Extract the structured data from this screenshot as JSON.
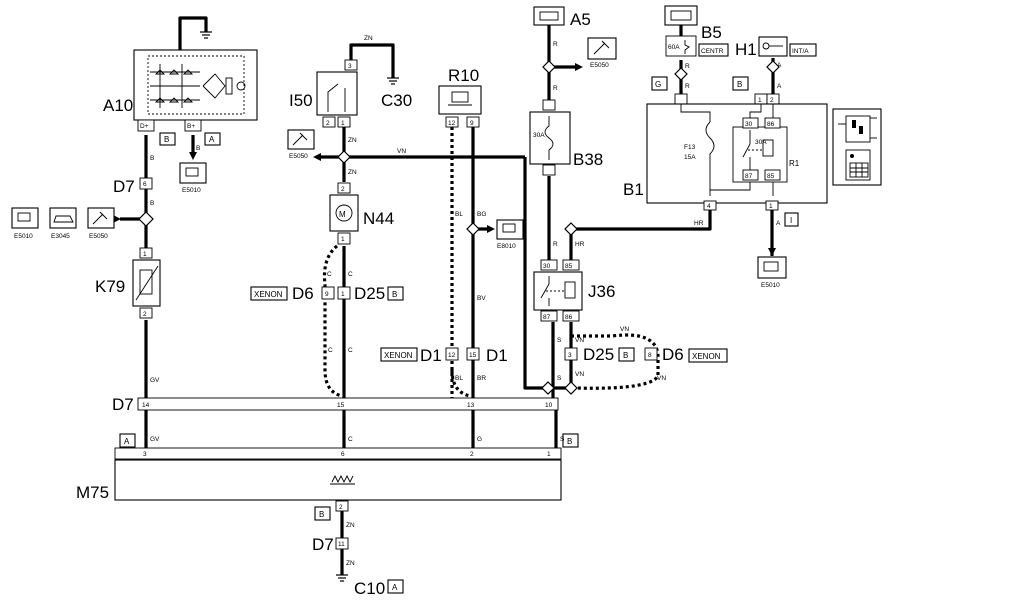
{
  "components": {
    "a10": "A10",
    "i50": "I50",
    "c30": "C30",
    "r10": "R10",
    "a5": "A5",
    "b5": "B5",
    "h1": "H1",
    "b38": "B38",
    "b1": "B1",
    "r1": "R1",
    "n44": "N44",
    "k79": "K79",
    "j36": "J36",
    "m75": "M75",
    "d7": "D7",
    "d6": "D6",
    "d25": "D25",
    "d1": "D1",
    "c10": "C10"
  },
  "refs": {
    "e5010": "E5010",
    "e3045": "E3045",
    "e5050": "E5050",
    "e8010": "E8010"
  },
  "tags": {
    "a": "A",
    "b": "B",
    "g": "G",
    "i": "I",
    "xenon": "XENON",
    "centr": "CENTR",
    "inta": "INT/A"
  },
  "wires": {
    "zn": "ZN",
    "b": "B",
    "r": "R",
    "a": "A",
    "vn": "VN",
    "c": "C",
    "bl": "BL",
    "bg": "BG",
    "bv": "BV",
    "br": "BR",
    "gv": "GV",
    "g": "G",
    "s": "S",
    "hr": "HR"
  },
  "pins": {
    "dplus": "D+",
    "bplus": "B+",
    "p1": "1",
    "p2": "2",
    "p3": "3",
    "p4": "4",
    "p6": "6",
    "p8": "8",
    "p9": "9",
    "p10": "10",
    "p11": "11",
    "p12": "12",
    "p13": "13",
    "p14": "14",
    "p15": "15",
    "p30": "30",
    "p85": "85",
    "p86": "86",
    "p87": "87"
  },
  "fuses": {
    "a60": "60A",
    "a30": "30A",
    "f13": "F13",
    "a15": "15A"
  }
}
